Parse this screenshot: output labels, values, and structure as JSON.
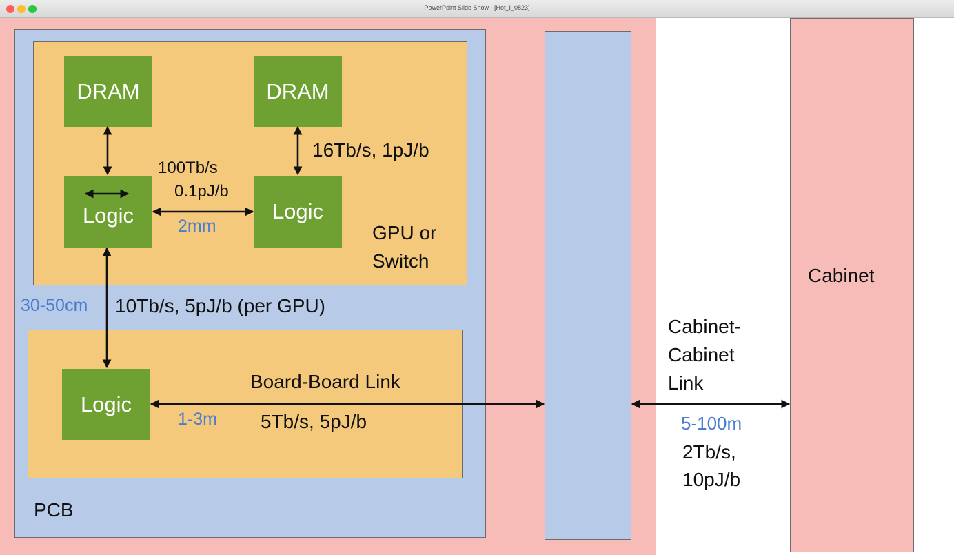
{
  "window": {
    "title": "PowerPoint Slide Show - [Hot_I_0823]",
    "colors": {
      "close": "#ff5f57",
      "minimize": "#febc2e",
      "zoom": "#28c840"
    }
  },
  "slide": {
    "dram_top_left": "DRAM",
    "dram_top_right": "DRAM",
    "logic_left": "Logic",
    "logic_right": "Logic",
    "logic_board": "Logic",
    "gpu_label_line1": "GPU or",
    "gpu_label_line2": "Switch",
    "dram_link_spec": "16Tb/s, 1pJ/b",
    "die_link_bw": "100Tb/s",
    "die_link_energy": "0.1pJ/b",
    "die_link_distance": "2mm",
    "pcb_link_distance": "30-50cm",
    "pcb_link_spec": "10Tb/s, 5pJ/b (per GPU)",
    "board_link_title": "Board-Board Link",
    "board_link_distance": "1-3m",
    "board_link_spec": "5Tb/s, 5pJ/b",
    "pcb_label": "PCB",
    "cabinet_link_line1": "Cabinet-",
    "cabinet_link_line2": "Cabinet",
    "cabinet_link_line3": "Link",
    "cabinet_link_distance": "5-100m",
    "cabinet_link_spec_line1": "2Tb/s,",
    "cabinet_link_spec_line2": "10pJ/b",
    "cabinet_label": "Cabinet",
    "colors": {
      "pink": "#f7bcb8",
      "blue": "#b7cbe8",
      "orange": "#f4c97c",
      "green": "#6ea132",
      "distance_text": "#4a7cd0"
    }
  }
}
